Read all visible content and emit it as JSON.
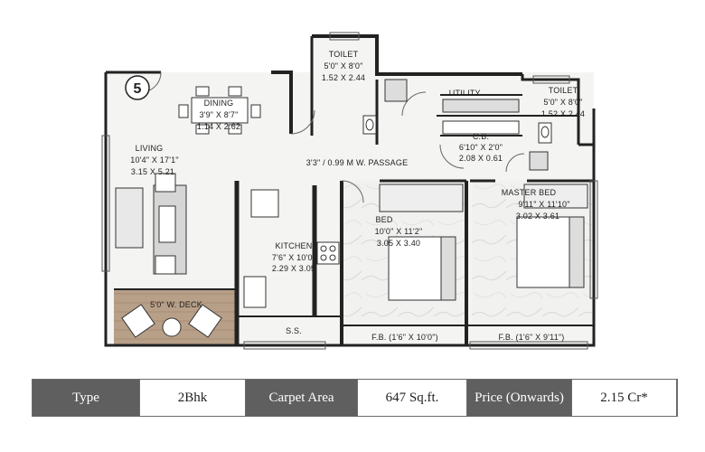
{
  "plan": {
    "unit_number": "5",
    "rooms": [
      {
        "id": "toilet-1",
        "lines": [
          "TOILET",
          "5'0\" X 8'0\"",
          "1.52 X 2.44"
        ]
      },
      {
        "id": "utility",
        "lines": [
          "UTILITY."
        ]
      },
      {
        "id": "toilet-2",
        "lines": [
          "TOILET",
          "5'0\" X 8'0\"",
          "1.52 X 2.44"
        ]
      },
      {
        "id": "dining",
        "lines": [
          "DINING",
          "3'9\" X 8'7\"",
          "1.14 X 2.62"
        ]
      },
      {
        "id": "living",
        "lines": [
          "LIVING",
          "10'4\" X 17'1\"",
          "3.15 X 5.21"
        ]
      },
      {
        "id": "passage",
        "lines": [
          "3'3\" / 0.99 M W. PASSAGE"
        ]
      },
      {
        "id": "cb",
        "lines": [
          "C.B.",
          "6'10\" X 2'0\"",
          "2.08 X 0.61"
        ]
      },
      {
        "id": "master-bed",
        "lines": [
          "MASTER BED",
          "9'11\" X 11'10\"",
          "3.02 X 3.61"
        ]
      },
      {
        "id": "bed",
        "lines": [
          "BED",
          "10'0\" X 11'2\"",
          "3.05 X 3.40"
        ]
      },
      {
        "id": "kitchen",
        "lines": [
          "KITCHEN",
          "7'6\" X 10'0\"",
          "2.29 X 3.05"
        ]
      },
      {
        "id": "deck",
        "lines": [
          "5'0\" W. DECK"
        ]
      },
      {
        "id": "ss",
        "lines": [
          "S.S."
        ]
      },
      {
        "id": "fb-1",
        "lines": [
          "F.B. (1'6\" X 10'0\")"
        ]
      },
      {
        "id": "fb-2",
        "lines": [
          "F.B. (1'6\" X 9'11\")"
        ]
      }
    ]
  },
  "specs": {
    "type_label": "Type",
    "type_value": "2Bhk",
    "carpet_label": "Carpet Area",
    "carpet_value": "647 Sq.ft.",
    "price_label": "Price (Onwards)",
    "price_value": "2.15 Cr*"
  }
}
